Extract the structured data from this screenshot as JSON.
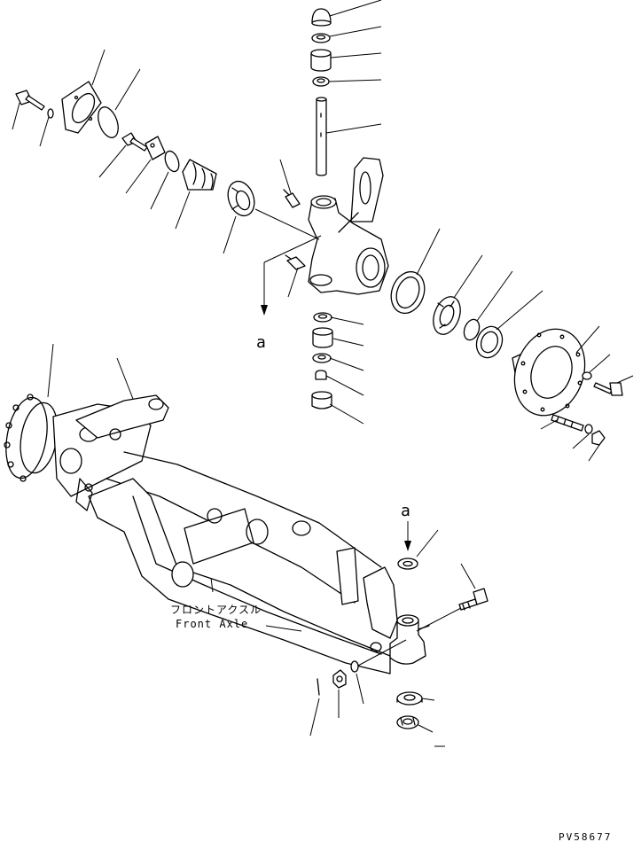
{
  "labels": {
    "ref_a_upper": "a",
    "ref_a_lower": "a",
    "axle_jp": "フロントアクスル",
    "axle_en": "Front Axle",
    "drawing_code": "PV58677"
  }
}
